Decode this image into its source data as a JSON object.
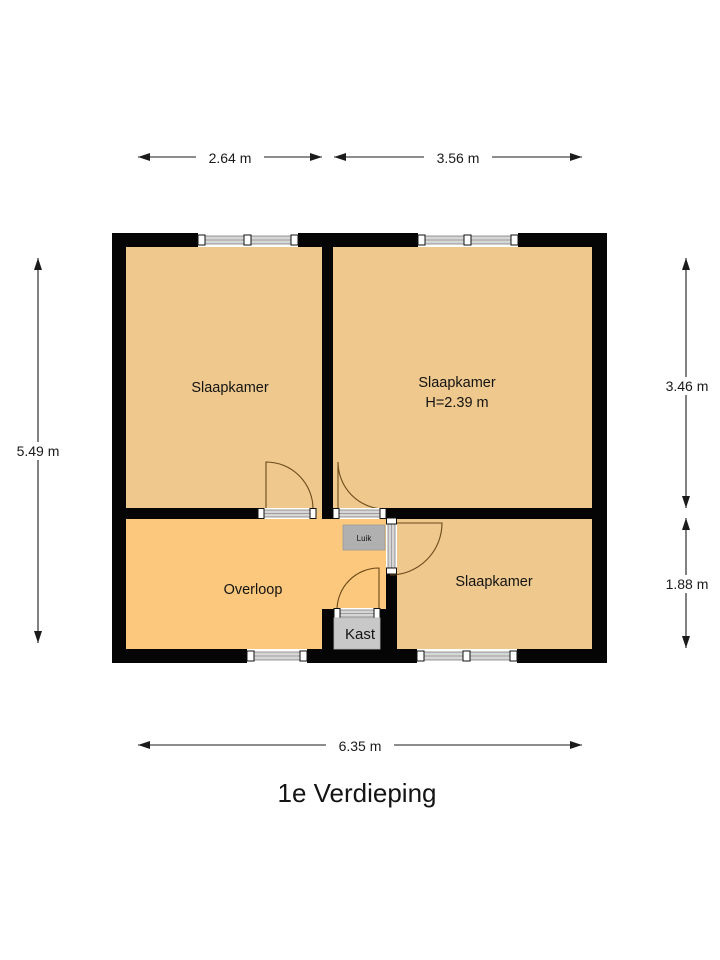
{
  "title": "1e Verdieping",
  "colors": {
    "wall": "#050505",
    "bedroom_fill": "#eec88d",
    "hall_fill": "#fbc87d",
    "closet_fill": "#c8c8c8",
    "hatch_fill": "#b0b0b0",
    "dimension_line": "#1b1b1b",
    "door_swing": "#6b4a18",
    "background": "#ffffff"
  },
  "dimensions": {
    "top_left": "2.64 m",
    "top_right": "3.56 m",
    "left": "5.49 m",
    "right_upper": "3.46 m",
    "right_lower": "1.88 m",
    "bottom": "6.35 m"
  },
  "rooms": [
    {
      "id": "bedroom_top_left",
      "label": "Slaapkamer",
      "sublabel": ""
    },
    {
      "id": "bedroom_top_right",
      "label": "Slaapkamer",
      "sublabel": "H=2.39 m"
    },
    {
      "id": "landing",
      "label": "Overloop",
      "sublabel": ""
    },
    {
      "id": "bedroom_bottom_right",
      "label": "Slaapkamer",
      "sublabel": ""
    }
  ],
  "features": [
    {
      "id": "hatch",
      "label": "Luik"
    },
    {
      "id": "closet",
      "label": "Kast"
    }
  ]
}
